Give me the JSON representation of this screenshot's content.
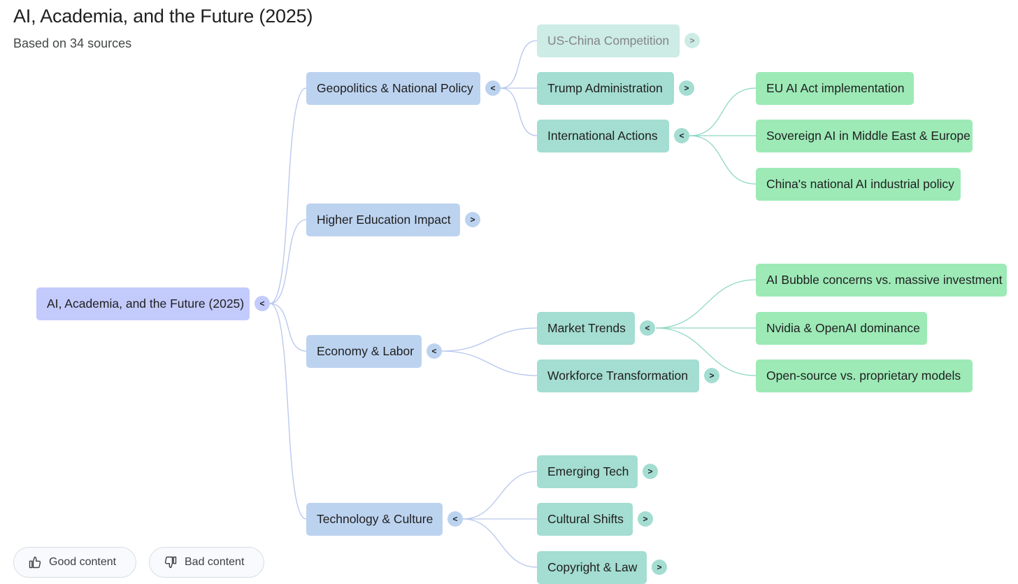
{
  "header": {
    "title": "AI, Academia, and the Future (2025)",
    "subtitle": "Based on 34 sources"
  },
  "mindmap": {
    "root": {
      "label": "AI, Academia, and the Future (2025)",
      "toggle": "<"
    },
    "branches": [
      {
        "label": "Geopolitics & National Policy",
        "toggle": "<",
        "children": [
          {
            "label": "US-China Competition",
            "toggle": ">"
          },
          {
            "label": "Trump Administration",
            "toggle": ">"
          },
          {
            "label": "International Actions",
            "toggle": "<",
            "children": [
              {
                "label": "EU AI Act implementation"
              },
              {
                "label": "Sovereign AI in Middle East & Europe"
              },
              {
                "label": "China's national AI industrial policy"
              }
            ]
          }
        ]
      },
      {
        "label": "Higher Education Impact",
        "toggle": ">"
      },
      {
        "label": "Economy & Labor",
        "toggle": "<",
        "children": [
          {
            "label": "Market Trends",
            "toggle": "<",
            "children": [
              {
                "label": "AI Bubble concerns vs. massive investment"
              },
              {
                "label": "Nvidia & OpenAI dominance"
              },
              {
                "label": "Open-source vs. proprietary models"
              }
            ]
          },
          {
            "label": "Workforce Transformation",
            "toggle": ">"
          }
        ]
      },
      {
        "label": "Technology & Culture",
        "toggle": "<",
        "children": [
          {
            "label": "Emerging Tech",
            "toggle": ">"
          },
          {
            "label": "Cultural Shifts",
            "toggle": ">"
          },
          {
            "label": "Copyright & Law",
            "toggle": ">"
          }
        ]
      }
    ]
  },
  "colors": {
    "root_node": "#c3cafc",
    "level1_node": "#bcd3f0",
    "level2_node": "#a4ddd1",
    "level3_node": "#9deab7",
    "link_blue": "#b7c6ec",
    "link_green": "#8fd8c4"
  },
  "feedback": {
    "good": {
      "label": "Good content",
      "icon": "thumbs-up-icon"
    },
    "bad": {
      "label": "Bad content",
      "icon": "thumbs-down-icon"
    }
  }
}
